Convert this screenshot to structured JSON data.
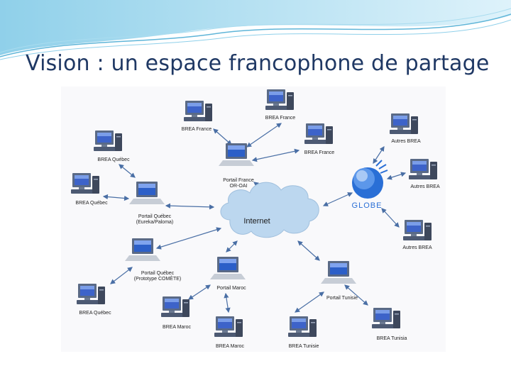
{
  "slide": {
    "title": "Vision : un espace francophone de partage"
  },
  "diagram": {
    "cloud_label": "Internet",
    "globe_label": "GLOBE",
    "nodes": {
      "brea_france_1": "BREA France",
      "brea_france_2": "BREA France",
      "brea_france_3": "BREA France",
      "portail_france": [
        "Portail France",
        "OR-OAI"
      ],
      "brea_quebec_1": "BREA Québec",
      "brea_quebec_2": "BREA Québec",
      "portail_quebec_1": [
        "Portail Québec",
        "(Eureka/Paloma)"
      ],
      "portail_quebec_2": [
        "Portail Québec",
        "(Prototype COMÈTE)"
      ],
      "brea_quebec_3": "BREA Québec",
      "portail_maroc": "Portail Maroc",
      "brea_maroc_1": "BREA Maroc",
      "brea_maroc_2": "BREA Maroc",
      "brea_tunisie": "BREA Tunisie",
      "portail_tunisie": "Portail Tunisie",
      "brea_tunisia": "BREA Tunisia",
      "autres_brea_1": "Autres BREA",
      "autres_brea_2": "Autres BREA",
      "autres_brea_3": "Autres BREA"
    }
  },
  "colors": {
    "title": "#1f3864",
    "arrow": "#4a6fa5",
    "cloud": "#bcd7ef",
    "globe": "#2a6fd6",
    "wave": "#5fb5d8"
  }
}
